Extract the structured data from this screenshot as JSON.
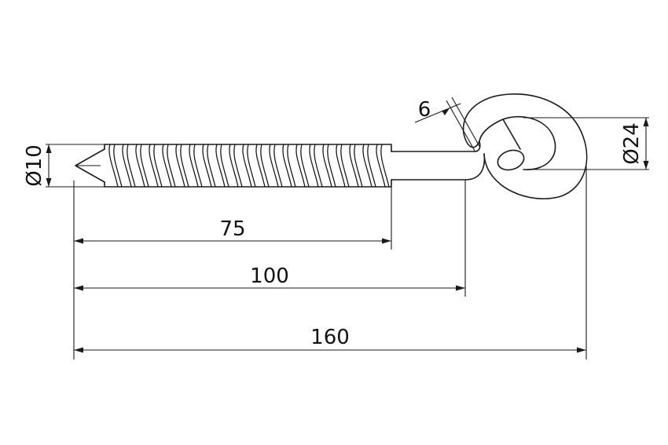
{
  "drawing": {
    "colors": {
      "line": "#1a1a1a",
      "background": "#ffffff",
      "text": "#111111"
    },
    "dimensions": {
      "thread_length": "75",
      "shank_length": "100",
      "total_length": "160",
      "thread_diameter": "Ø10",
      "eye_diameter": "Ø24",
      "wire_thickness": "6"
    }
  }
}
